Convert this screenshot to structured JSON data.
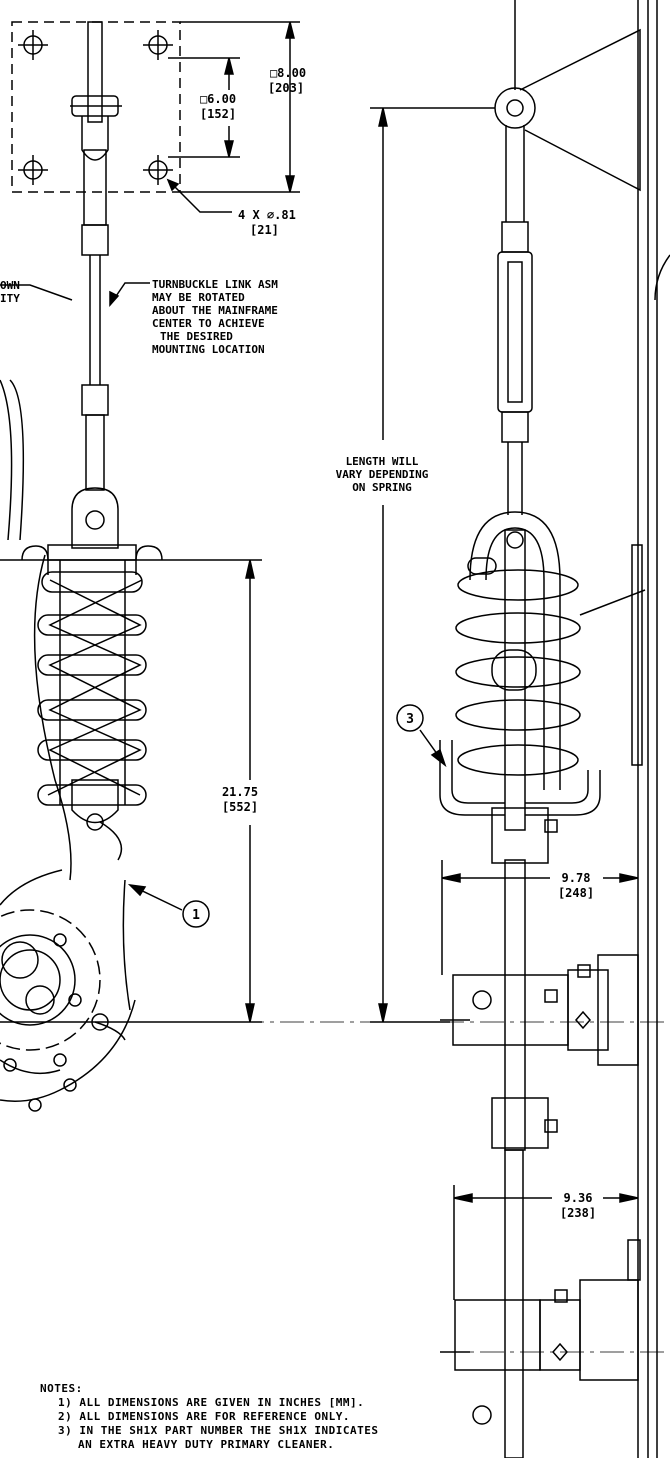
{
  "dimensions": {
    "outer_square": "□8.00",
    "outer_square_mm": "[203]",
    "inner_square": "□6.00",
    "inner_square_mm": "[152]",
    "hole_count": "4 X ∅.81",
    "hole_mm": "[21]",
    "spring_length": "21.75",
    "spring_length_mm": "[552]",
    "offset_upper": "9.78",
    "offset_upper_mm": "[248]",
    "offset_lower": "9.36",
    "offset_lower_mm": "[238]"
  },
  "callouts": {
    "turnbuckle": [
      "TURNBUCKLE LINK ASM",
      "MAY BE ROTATED",
      "ABOUT THE MAINFRAME",
      "CENTER TO ACHIEVE",
      "THE DESIRED",
      "MOUNTING LOCATION"
    ],
    "partial_left": [
      "OWN",
      "ITY"
    ],
    "length_vary": [
      "LENGTH WILL",
      "VARY DEPENDING",
      "ON SPRING"
    ],
    "balloon_1": "1",
    "balloon_3": "3"
  },
  "notes": {
    "heading": "NOTES:",
    "n1": "1) ALL DIMENSIONS ARE GIVEN IN INCHES [MM].",
    "n2": "2) ALL DIMENSIONS ARE FOR REFERENCE ONLY.",
    "n3a": "3) IN THE SH1X PART NUMBER THE SH1X INDICATES",
    "n3b": "AN EXTRA HEAVY DUTY PRIMARY CLEANER."
  }
}
